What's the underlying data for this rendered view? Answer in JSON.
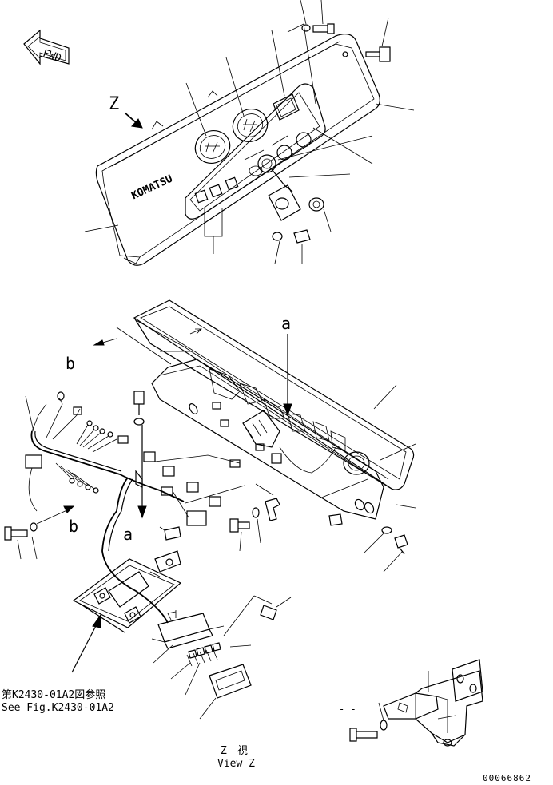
{
  "labels": {
    "fwd": "FWD",
    "z_marker": "Z",
    "a_top": "a",
    "a_bottom": "a",
    "b_top": "b",
    "b_bottom": "b",
    "ref_jp": "第K2430-01A2図参照",
    "ref_en": "See Fig.K2430-01A2",
    "view_jp": "Z　視",
    "view_en": "View Z",
    "brand": "KOMATSU",
    "doc_number": "00066862",
    "dash_marks": "- -"
  }
}
